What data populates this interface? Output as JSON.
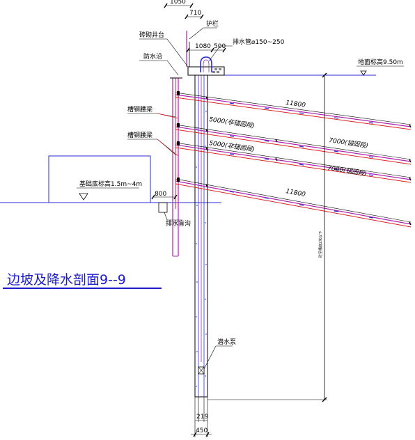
{
  "title": "边坡及降水剖面9--9",
  "labels": {
    "brick_well_platform": "砖砌井台",
    "guardrail": "护栏",
    "drain_pipe": "排水管⌀150~250",
    "waterproof_edge": "防水沿",
    "ground_elevation": "地面标高9.50m",
    "channel_waist_beam_1": "槽钢腰梁",
    "channel_waist_beam_2": "槽钢腰梁",
    "foundation_bottom": "基础底标高1.5m~4m",
    "drainage_ditch": "排水盲沟",
    "submersible_pump": "潜水泵",
    "vertical_note": "砼至槽底2米以下"
  },
  "dimensions": {
    "top_1050": "1050",
    "top_710": "710",
    "top_1080": "1080",
    "top_500": "500",
    "anchor_1_length": "11800",
    "anchor_2_free": "5000(非锚固段)",
    "anchor_2_bond": "7000(锚固段)",
    "anchor_3_free": "5000(非锚固段)",
    "anchor_3_bond": "7000(锚固段)",
    "anchor_4_length": "11800",
    "well_offset": "800",
    "pipe_219": "219",
    "well_450": "450"
  },
  "colors": {
    "line": "#000000",
    "blue": "#2a2ad6",
    "magenta": "#b020b0",
    "red": "#e02020",
    "title": "#1a1acc"
  }
}
